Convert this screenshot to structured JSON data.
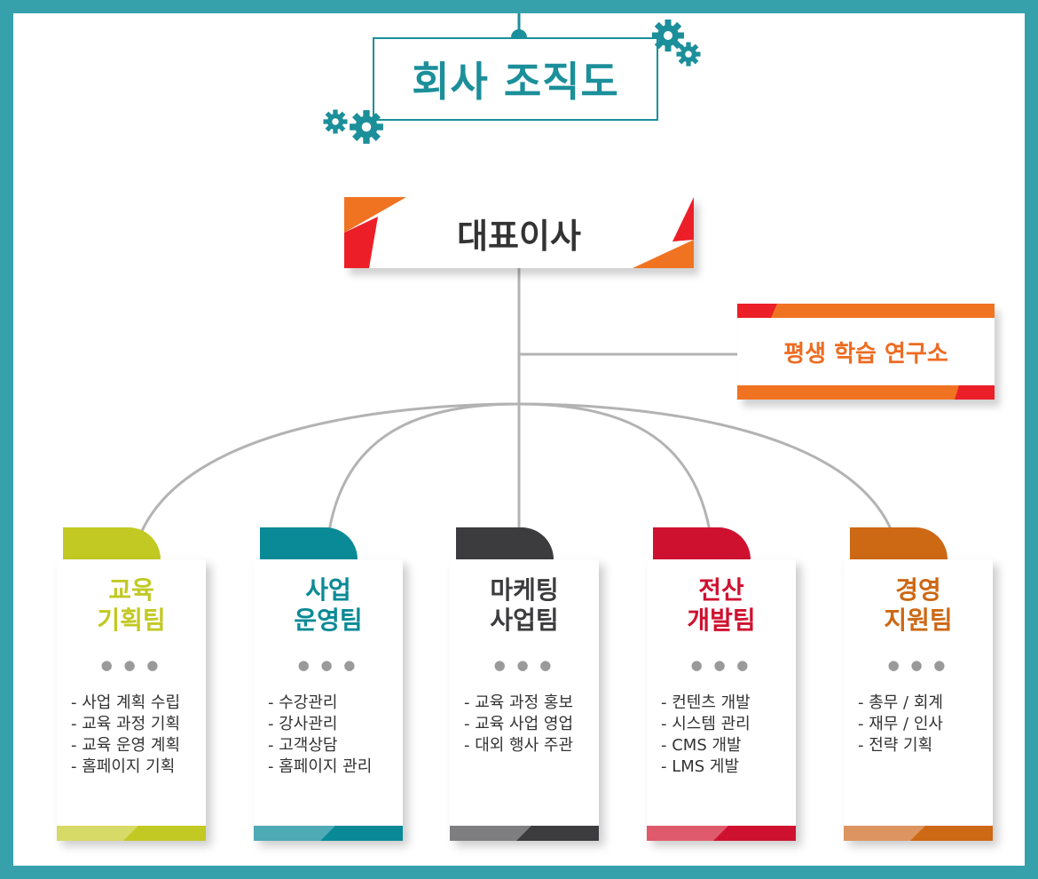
{
  "title": "회사 조직도",
  "ceo": {
    "label": "대표이사"
  },
  "lab": {
    "label": "평생 학습 연구소"
  },
  "dots": "● ● ●",
  "teams": [
    {
      "name_line1": "교육",
      "name_line2": "기획팀",
      "color": "#c2c923",
      "light": "#d6da66",
      "items": [
        "- 사업 계획 수립",
        "- 교육 과정 기획",
        "- 교육 운영 계획",
        "- 홈페이지 기획"
      ]
    },
    {
      "name_line1": "사업",
      "name_line2": "운영팀",
      "color": "#0a8a97",
      "light": "#4eaab5",
      "items": [
        "- 수강관리",
        "- 강사관리",
        "- 고객상담",
        "- 홈페이지 관리"
      ]
    },
    {
      "name_line1": "마케팅",
      "name_line2": "사업팀",
      "color": "#3c3c3e",
      "light": "#7e7e80",
      "items": [
        "- 교육 과정 홍보",
        "- 교육 사업 영업",
        "- 대외 행사 주관"
      ]
    },
    {
      "name_line1": "전산",
      "name_line2": "개발팀",
      "color": "#cf1130",
      "light": "#e05a6e",
      "items": [
        "- 컨텐츠 개발",
        "- 시스템 관리",
        "- CMS 개발",
        "- LMS 게발"
      ]
    },
    {
      "name_line1": "경영",
      "name_line2": "지원팀",
      "color": "#cd6814",
      "light": "#dc9460",
      "items": [
        "- 총무 / 회계",
        "- 재무 / 인사",
        "- 전략 기획"
      ]
    }
  ]
}
